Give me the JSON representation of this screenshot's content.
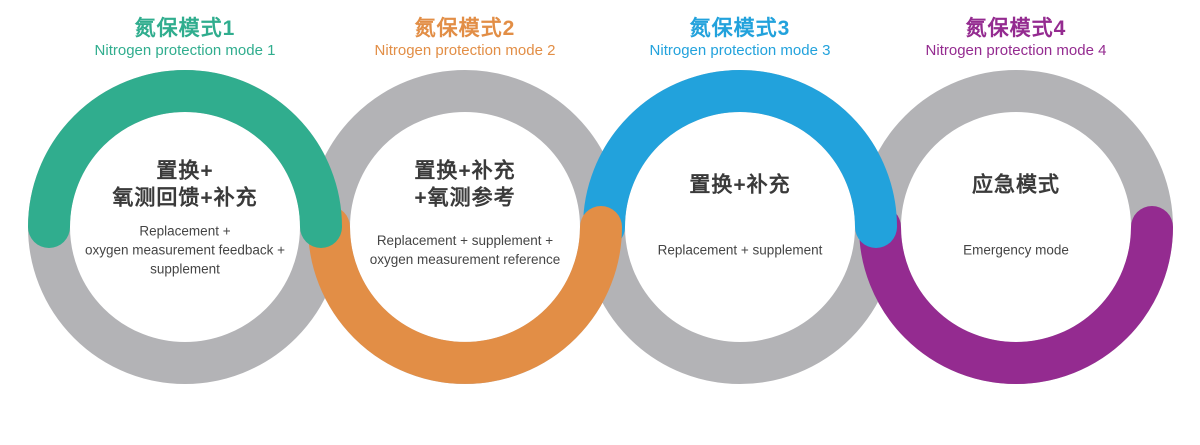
{
  "diagram": {
    "description": "Four interlinked donut rings showing nitrogen protection modes",
    "background": "#ffffff",
    "ring_track_color": "#b3b3b6",
    "center_text_color_zh": "#3a3a3a",
    "center_text_color_en": "#454545",
    "modes": [
      {
        "num": "1",
        "accent": "#30ad8e",
        "arc_position": "top-half",
        "title_zh": "氮保模式1",
        "title_en": "Nitrogen protection mode 1",
        "center_zh": "置换+\n氧测回馈+补充",
        "center_en": "Replacement +\noxygen measurement feedback +\nsupplement"
      },
      {
        "num": "2",
        "accent": "#e28e46",
        "arc_position": "bottom-half",
        "title_zh": "氮保模式2",
        "title_en": "Nitrogen protection mode 2",
        "center_zh": "置换+补充\n+氧测参考",
        "center_en": "Replacement + supplement +\noxygen measurement reference"
      },
      {
        "num": "3",
        "accent": "#22a2dc",
        "arc_position": "top-half",
        "title_zh": "氮保模式3",
        "title_en": "Nitrogen protection mode 3",
        "center_zh": "置换+补充",
        "center_en": "Replacement + supplement"
      },
      {
        "num": "4",
        "accent": "#942b90",
        "arc_position": "bottom-half",
        "title_zh": "氮保模式4",
        "title_en": "Nitrogen protection mode 4",
        "center_zh": "应急模式",
        "center_en": "Emergency mode"
      }
    ]
  }
}
